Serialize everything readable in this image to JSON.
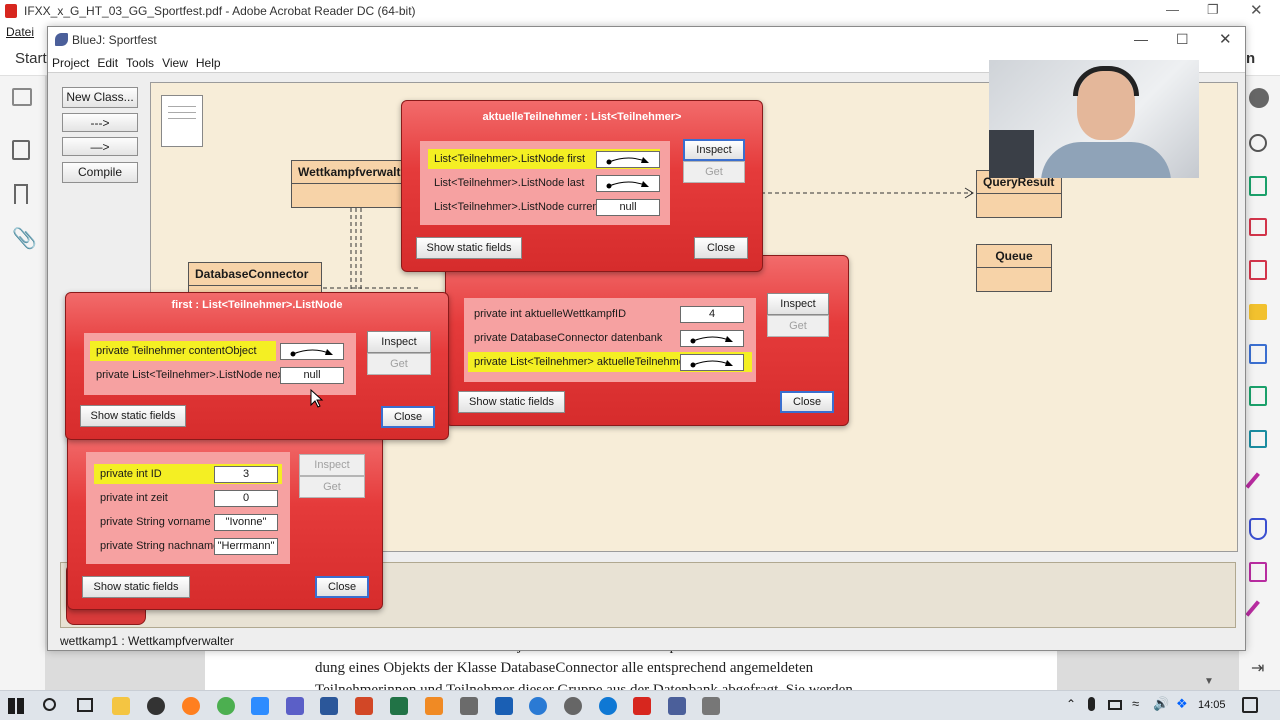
{
  "acrobat": {
    "title": "IFXX_x_G_HT_03_GG_Sportfest.pdf - Adobe Acrobat Reader DC (64-bit)",
    "menu_first": "Datei",
    "tab_start": "Start",
    "pdf_lines": [
      "bei der Station mit Hilfe eines Objekts der Klasse Wettkampfverwalter unter Verwen-",
      "dung eines Objekts der Klasse DatabaseConnector alle entsprechend angemeldeten",
      "Teilnehmerinnen und Teilnehmer dieser Gruppe aus der Datenbank abgefragt. Sie werden"
    ]
  },
  "bluej": {
    "title": "BlueJ:  Sportfest",
    "menu": [
      "Project",
      "Edit",
      "Tools",
      "View",
      "Help"
    ],
    "toolbar": {
      "new_class": "New Class...",
      "arrow_dashed": "--->",
      "arrow_solid": "—>",
      "compile": "Compile"
    },
    "classes": {
      "wettkampf": "Wettkampfverwalt",
      "database": "DatabaseConnector",
      "queryresult": "QueryResult",
      "queue": "Queue"
    },
    "status": "wettkamp1 : Wettkampfverwalter"
  },
  "inspectors": {
    "list": {
      "title": "aktuelleTeilnehmer : List<Teilnehmer>",
      "fields": [
        {
          "label": "List<Teilnehmer>.ListNode first",
          "value": "",
          "ref": true
        },
        {
          "label": "List<Teilnehmer>.ListNode last",
          "value": "",
          "ref": true
        },
        {
          "label": "List<Teilnehmer>.ListNode current",
          "value": "null",
          "ref": false
        }
      ],
      "inspect": "Inspect",
      "get": "Get",
      "static": "Show static fields",
      "close": "Close"
    },
    "verwalter": {
      "fields": [
        {
          "label": "private int aktuelleWettkampfID",
          "value": "4",
          "ref": false
        },
        {
          "label": "private DatabaseConnector datenbank",
          "value": "",
          "ref": true
        },
        {
          "label": "private List<Teilnehmer> aktuelleTeilnehmer",
          "value": "",
          "ref": true
        }
      ],
      "inspect": "Inspect",
      "get": "Get",
      "static": "Show static fields",
      "close": "Close"
    },
    "node": {
      "title": "first : List<Teilnehmer>.ListNode",
      "fields": [
        {
          "label": "private Teilnehmer contentObject",
          "value": "",
          "ref": true
        },
        {
          "label": "private List<Teilnehmer>.ListNode next",
          "value": "null",
          "ref": false
        }
      ],
      "inspect": "Inspect",
      "get": "Get",
      "static": "Show static fields",
      "close": "Close"
    },
    "teilnehmer": {
      "fields": [
        {
          "label": "private int ID",
          "value": "3",
          "ref": false
        },
        {
          "label": "private int zeit",
          "value": "0",
          "ref": false
        },
        {
          "label": "private String vorname",
          "value": "\"Ivonne\"",
          "ref": false
        },
        {
          "label": "private String nachname",
          "value": "\"Herrmann\"",
          "ref": false
        }
      ],
      "inspect": "Inspect",
      "get": "Get",
      "static": "Show static fields",
      "close": "Close"
    }
  },
  "taskbar": {
    "time": "14:05"
  },
  "icons": {
    "acrobat": "acrobat-icon",
    "bluej": "bluej-icon",
    "windows": "windows-start-icon"
  }
}
